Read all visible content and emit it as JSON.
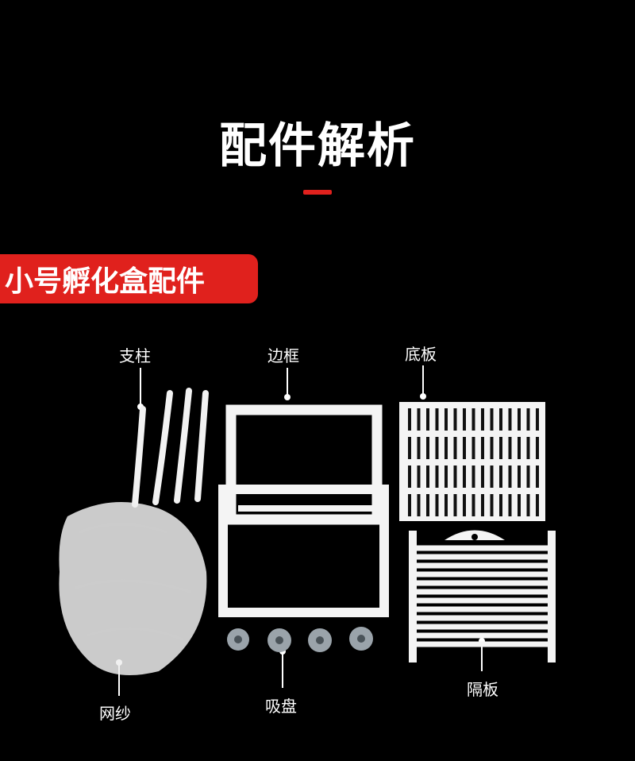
{
  "title": "配件解析",
  "banner": "小号孵化盒配件",
  "labels": {
    "pillar": "支柱",
    "frame": "边框",
    "bottom_board": "底板",
    "net": "网纱",
    "suction_cup": "吸盘",
    "divider": "隔板"
  },
  "colors": {
    "background": "#000000",
    "accent": "#e0211d",
    "text": "#ffffff"
  }
}
